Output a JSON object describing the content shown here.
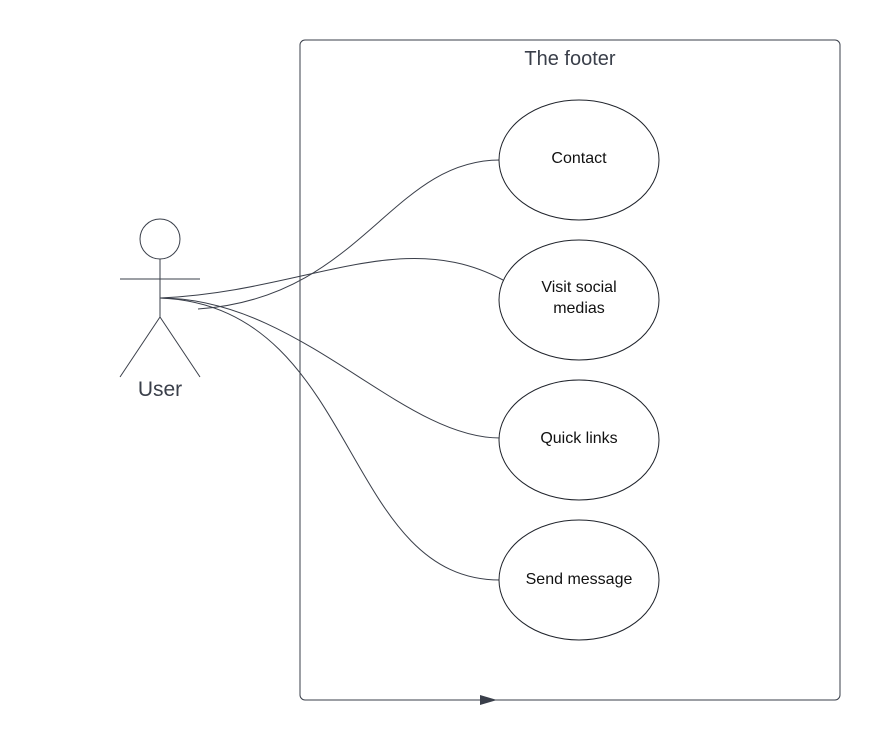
{
  "diagram": {
    "type": "use-case",
    "system_boundary": {
      "title": "The footer"
    },
    "actor": {
      "label": "User"
    },
    "use_cases": [
      {
        "label_lines": [
          "Contact"
        ]
      },
      {
        "label_lines": [
          "Visit social",
          "medias"
        ]
      },
      {
        "label_lines": [
          "Quick links"
        ]
      },
      {
        "label_lines": [
          "Send message"
        ]
      }
    ],
    "colors": {
      "stroke": "#3a3f4a",
      "ellipse_stroke": "#1f232b",
      "background": "#ffffff"
    }
  }
}
